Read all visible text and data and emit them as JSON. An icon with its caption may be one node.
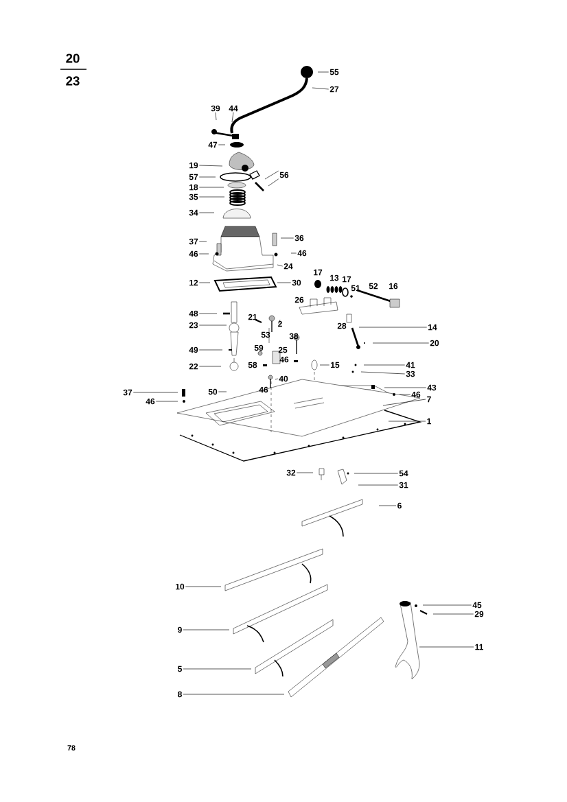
{
  "diagram": {
    "nodes": [
      {
        "text": [
          "55"
        ]
      },
      {
        "text": [
          "27"
        ]
      },
      {
        "text": [
          "39"
        ]
      },
      {
        "text": [
          "44"
        ]
      },
      {
        "text": [
          "47"
        ]
      },
      {
        "text": [
          "19"
        ]
      },
      {
        "text": [
          "57"
        ]
      },
      {
        "text": [
          "56"
        ]
      },
      {
        "text": [
          "18"
        ]
      },
      {
        "text": [
          "35"
        ]
      },
      {
        "text": [
          "34"
        ]
      },
      {
        "text": [
          "37"
        ]
      },
      {
        "text": [
          "36"
        ]
      },
      {
        "text": [
          "46"
        ]
      },
      {
        "text": [
          "46"
        ]
      },
      {
        "text": [
          "24"
        ]
      },
      {
        "text": [
          "12"
        ]
      },
      {
        "text": [
          "30"
        ]
      },
      {
        "text": [
          "48"
        ]
      },
      {
        "text": [
          "23"
        ]
      },
      {
        "text": [
          "2"
        ]
      },
      {
        "text": [
          "14"
        ]
      },
      {
        "text": [
          "20"
        ]
      },
      {
        "text": [
          "49"
        ]
      },
      {
        "text": [
          "22"
        ]
      },
      {
        "text": [
          "15"
        ]
      },
      {
        "text": [
          "41"
        ]
      },
      {
        "text": [
          "33"
        ]
      },
      {
        "text": [
          "40"
        ]
      },
      {
        "text": [
          "37"
        ]
      },
      {
        "text": [
          "50"
        ]
      },
      {
        "text": [
          "43"
        ]
      },
      {
        "text": [
          "46"
        ]
      },
      {
        "text": [
          "7"
        ]
      },
      {
        "text": [
          "46"
        ]
      },
      {
        "text": [
          "1"
        ]
      },
      {
        "text": [
          "32"
        ]
      },
      {
        "text": [
          "54"
        ]
      },
      {
        "text": [
          "31"
        ]
      },
      {
        "text": [
          "6"
        ]
      },
      {
        "text": [
          "10"
        ]
      },
      {
        "text": [
          "9"
        ]
      },
      {
        "text": [
          "5"
        ]
      },
      {
        "text": [
          "8"
        ]
      },
      {
        "text": [
          "45"
        ]
      },
      {
        "text": [
          "29"
        ]
      },
      {
        "text": [
          "11"
        ]
      }
    ],
    "edges": [
      {
        "from": 0,
        "to": null,
        "arrow": "none"
      },
      {
        "from": 1,
        "to": null,
        "arrow": "none"
      },
      {
        "from": 2,
        "to": null,
        "arrow": "none"
      },
      {
        "from": 3,
        "to": null,
        "arrow": "none"
      },
      {
        "from": 4,
        "to": null,
        "arrow": "none"
      },
      {
        "from": 5,
        "to": null,
        "arrow": "none"
      },
      {
        "from": 6,
        "to": null,
        "arrow": "none"
      },
      {
        "from": 7,
        "to": null,
        "arrow": "none"
      },
      {
        "from": 7,
        "to": null,
        "arrow": "none"
      },
      {
        "from": 8,
        "to": null,
        "arrow": "none"
      },
      {
        "from": 9,
        "to": null,
        "arrow": "none"
      },
      {
        "from": 10,
        "to": null,
        "arrow": "none"
      },
      {
        "from": 11,
        "to": null,
        "arrow": "none"
      },
      {
        "from": 12,
        "to": null,
        "arrow": "none"
      },
      {
        "from": 13,
        "to": null,
        "arrow": "none"
      },
      {
        "from": 14,
        "to": null,
        "arrow": "none"
      },
      {
        "from": 15,
        "to": null,
        "arrow": "none"
      },
      {
        "from": 16,
        "to": null,
        "arrow": "none"
      },
      {
        "from": 17,
        "to": null,
        "arrow": "none"
      },
      {
        "from": 18,
        "to": null,
        "arrow": "none"
      },
      {
        "from": 19,
        "to": null,
        "arrow": "none"
      },
      {
        "from": 20,
        "to": null,
        "arrow": "none"
      },
      {
        "from": 21,
        "to": null,
        "arrow": "none"
      },
      {
        "from": 22,
        "to": null,
        "arrow": "none"
      },
      {
        "from": 23,
        "to": null,
        "arrow": "none"
      },
      {
        "from": 24,
        "to": null,
        "arrow": "none"
      },
      {
        "from": 25,
        "to": null,
        "arrow": "none"
      },
      {
        "from": 26,
        "to": null,
        "arrow": "none"
      },
      {
        "from": 27,
        "to": null,
        "arrow": "none"
      },
      {
        "from": 28,
        "to": null,
        "arrow": "none"
      },
      {
        "from": 29,
        "to": null,
        "arrow": "none"
      },
      {
        "from": 30,
        "to": null,
        "arrow": "none"
      },
      {
        "from": 31,
        "to": null,
        "arrow": "none"
      },
      {
        "from": 32,
        "to": null,
        "arrow": "none"
      },
      {
        "from": 33,
        "to": null,
        "arrow": "none"
      },
      {
        "from": 34,
        "to": null,
        "arrow": "none"
      },
      {
        "from": 35,
        "to": null,
        "arrow": "none"
      },
      {
        "from": 36,
        "to": null,
        "arrow": "none"
      },
      {
        "from": 37,
        "to": null,
        "arrow": "none"
      },
      {
        "from": 38,
        "to": null,
        "arrow": "none"
      },
      {
        "from": 39,
        "to": null,
        "arrow": "none"
      },
      {
        "from": 40,
        "to": null,
        "arrow": "none"
      },
      {
        "from": 41,
        "to": null,
        "arrow": "none"
      },
      {
        "from": 42,
        "to": null,
        "arrow": "none"
      },
      {
        "from": 43,
        "to": null,
        "arrow": "none"
      },
      {
        "from": 44,
        "to": null,
        "arrow": "none"
      },
      {
        "from": 45,
        "to": null,
        "arrow": "none"
      },
      {
        "from": 46,
        "to": null,
        "arrow": "none"
      }
    ],
    "labels": [
      "20",
      "23",
      "17",
      "13",
      "17",
      "51",
      "52",
      "16",
      "26",
      "21",
      "28",
      "53",
      "38",
      "59",
      "25",
      "46",
      "58",
      "46",
      "78"
    ]
  }
}
